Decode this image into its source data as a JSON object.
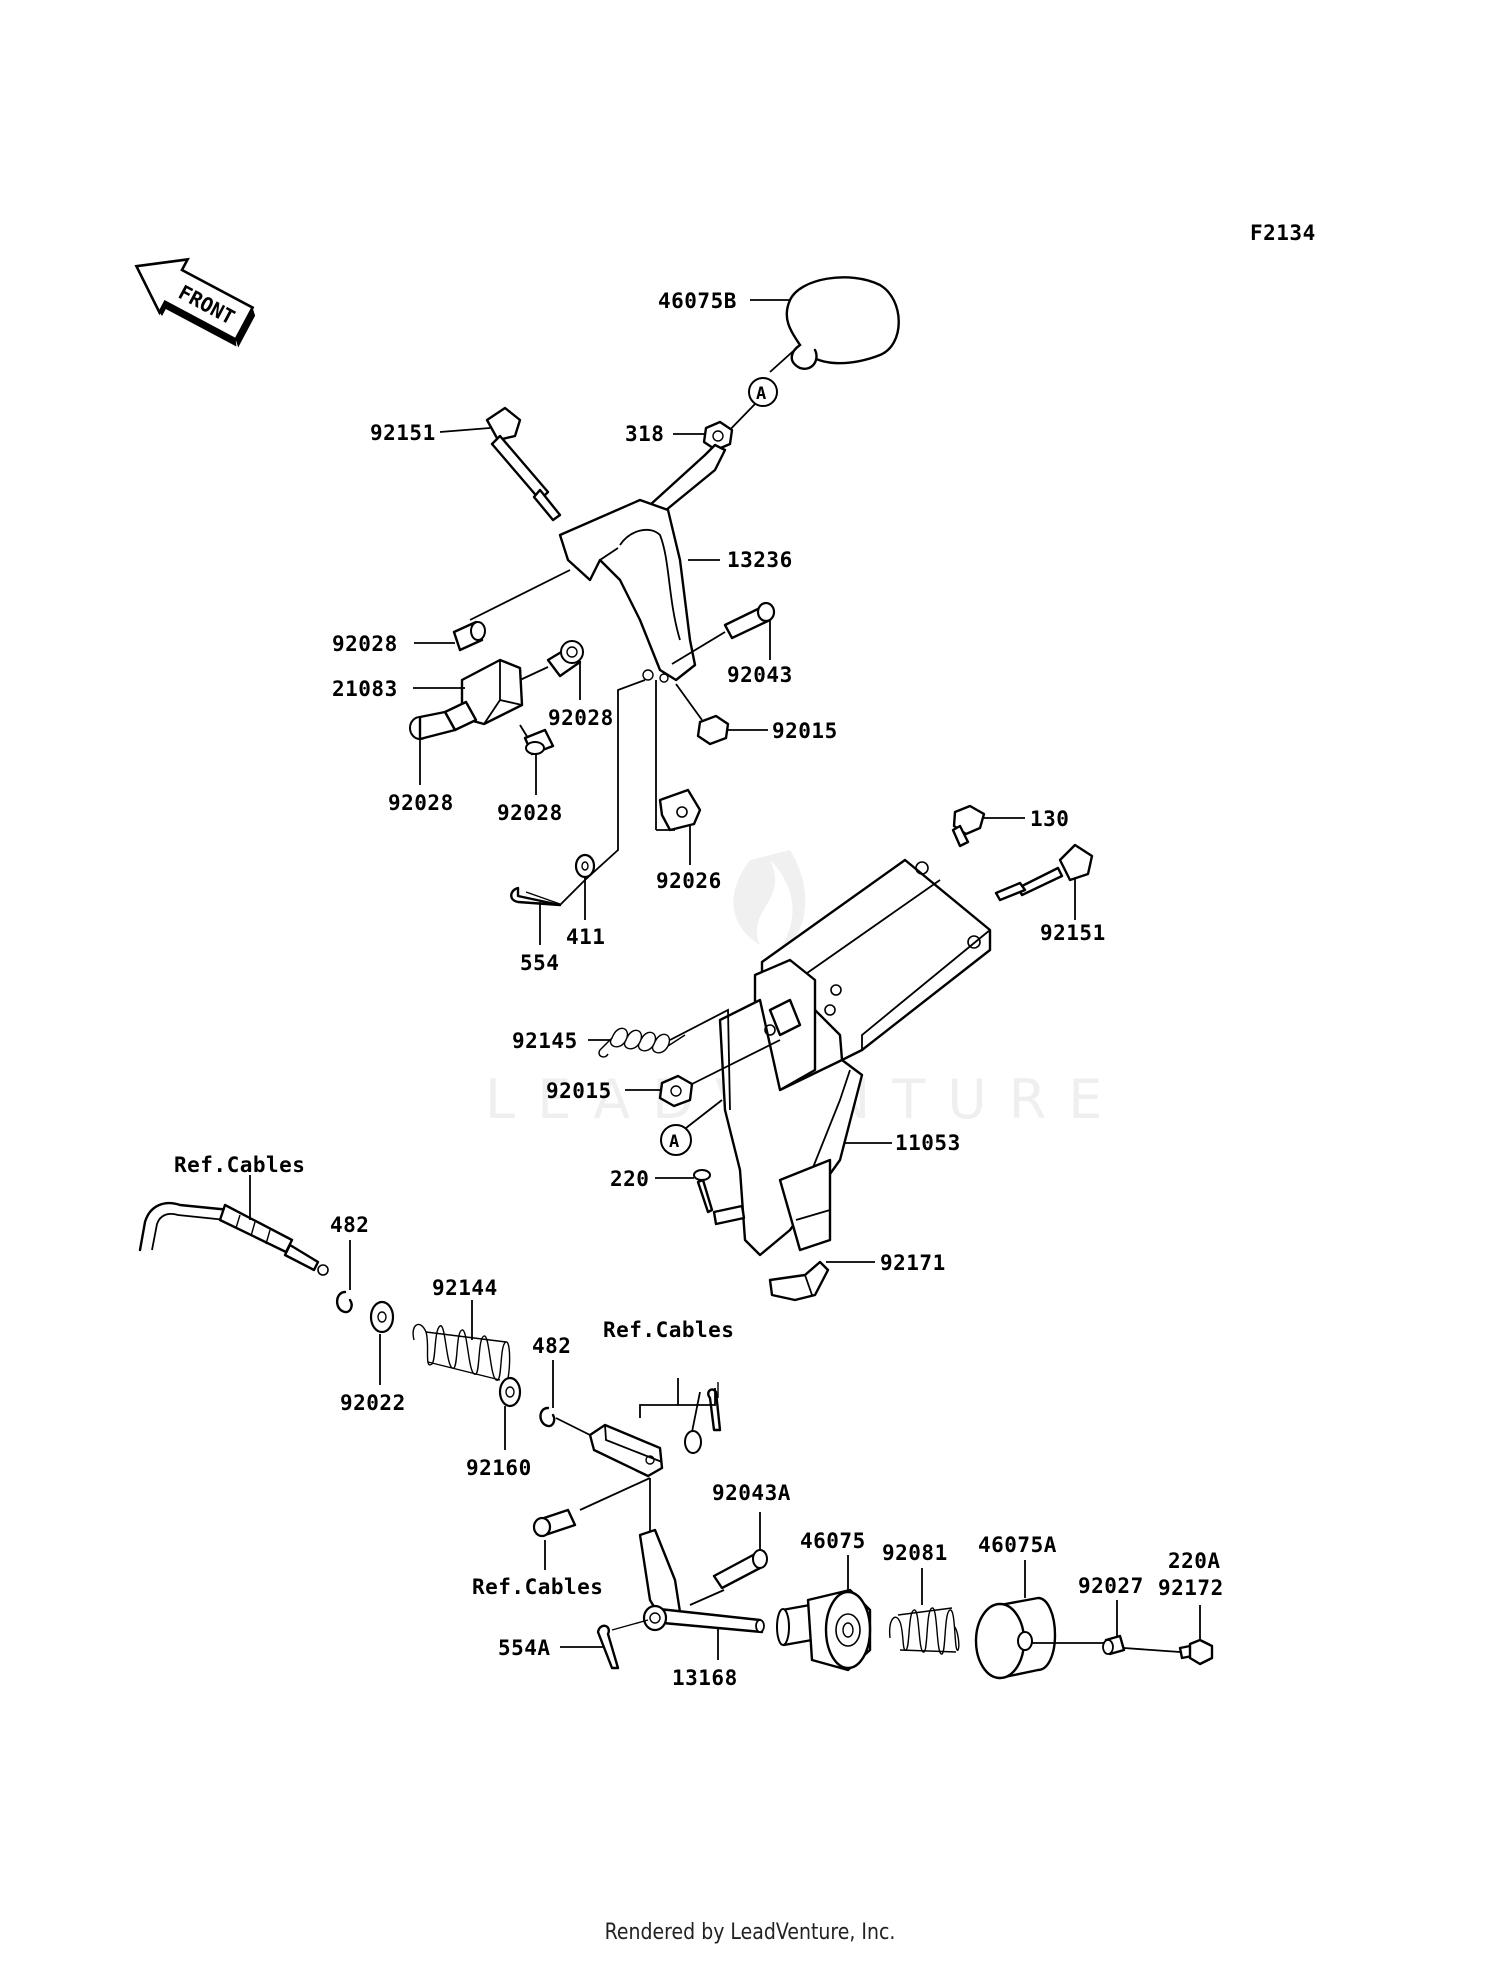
{
  "figure_code": "F2134",
  "front_arrow_label": "FRONT",
  "watermark": "LEADVENTURE",
  "footer": "Rendered by LeadVenture, Inc.",
  "marker_a": "A",
  "labels": {
    "l_46075B": "46075B",
    "l_318": "318",
    "l_92151_top": "92151",
    "l_13236": "13236",
    "l_92028_a": "92028",
    "l_21083": "21083",
    "l_92028_b": "92028",
    "l_92043": "92043",
    "l_92015_top": "92015",
    "l_92028_c": "92028",
    "l_92028_d": "92028",
    "l_92026": "92026",
    "l_130": "130",
    "l_92151_right": "92151",
    "l_411": "411",
    "l_554": "554",
    "l_92145": "92145",
    "l_92015_mid": "92015",
    "l_11053": "11053",
    "l_220": "220",
    "l_92171": "92171",
    "l_ref_cables_1": "Ref.Cables",
    "l_482_a": "482",
    "l_92144": "92144",
    "l_92022": "92022",
    "l_482_b": "482",
    "l_ref_cables_2": "Ref.Cables",
    "l_92160": "92160",
    "l_92043A": "92043A",
    "l_46075": "46075",
    "l_92081": "92081",
    "l_46075A": "46075A",
    "l_220A": "220A",
    "l_92027": "92027",
    "l_92172": "92172",
    "l_ref_cables_3": "Ref.Cables",
    "l_554A": "554A",
    "l_13168": "13168"
  }
}
